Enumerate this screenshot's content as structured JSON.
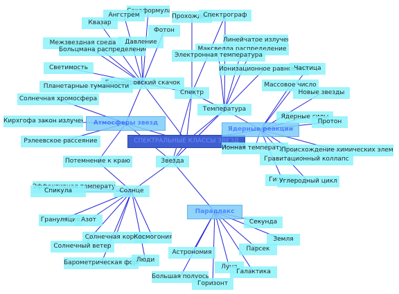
{
  "nodes": [
    {
      "id": "center",
      "label": "СПЕКТРАЛЬНЫЕ КЛАССЫ ЗВЕЗД",
      "kind": "center"
    },
    {
      "id": "atm",
      "label": "Атмосферы звезд",
      "kind": "hub"
    },
    {
      "id": "nuc",
      "label": "Ядерные реакции",
      "kind": "hub"
    },
    {
      "id": "par",
      "label": "Параллакс",
      "kind": "hub"
    },
    {
      "id": "sakh",
      "label": "Сахаформула"
    },
    {
      "id": "ang",
      "label": "Ангстрем"
    },
    {
      "id": "kvaz",
      "label": "Квазар"
    },
    {
      "id": "foton",
      "label": "Фотон"
    },
    {
      "id": "prokh",
      "label": "Прохождение"
    },
    {
      "id": "spgr",
      "label": "Спектрограф"
    },
    {
      "id": "mezh",
      "label": "Межзвездная среда"
    },
    {
      "id": "davl",
      "label": "Давление"
    },
    {
      "id": "boltz",
      "label": "Больцмана распределение"
    },
    {
      "id": "lin",
      "label": "Линейчатое излучение"
    },
    {
      "id": "maxw",
      "label": "Максвелла распределение"
    },
    {
      "id": "elt",
      "label": "Электронная температура"
    },
    {
      "id": "svet",
      "label": "Светимость"
    },
    {
      "id": "ion",
      "label": "Ионизационное равновесие"
    },
    {
      "id": "chast",
      "label": "Частица"
    },
    {
      "id": "balm",
      "label": "Бальмеровский скачок"
    },
    {
      "id": "plan",
      "label": "Планетарные туманности"
    },
    {
      "id": "mass",
      "label": "Массовое число"
    },
    {
      "id": "spektr",
      "label": "Спектр"
    },
    {
      "id": "nov",
      "label": "Новые звезды"
    },
    {
      "id": "khrom",
      "label": "Солнечная хромосфера"
    },
    {
      "id": "temp",
      "label": "Температура"
    },
    {
      "id": "yads",
      "label": "Ядерные силы"
    },
    {
      "id": "kirch",
      "label": "Кирхгофа закон излучения"
    },
    {
      "id": "proton",
      "label": "Протон"
    },
    {
      "id": "rel",
      "label": "Рэлеевское рассеяние"
    },
    {
      "id": "iont",
      "label": "Ионная температура"
    },
    {
      "id": "proish",
      "label": "Происхождение химических элементов"
    },
    {
      "id": "grav",
      "label": "Гравитационный коллапс"
    },
    {
      "id": "potem",
      "label": "Потемнение к краю"
    },
    {
      "id": "zvezda",
      "label": "Звезда"
    },
    {
      "id": "giga",
      "label": "Гиганты"
    },
    {
      "id": "uglc",
      "label": "Углеродный цикл"
    },
    {
      "id": "effT",
      "label": "Эффективная температура"
    },
    {
      "id": "spik",
      "label": "Спикула"
    },
    {
      "id": "solnce",
      "label": "Солнце"
    },
    {
      "id": "gran",
      "label": "Грануляция"
    },
    {
      "id": "azot",
      "label": "Азот"
    },
    {
      "id": "sekunda",
      "label": "Секунда"
    },
    {
      "id": "korona",
      "label": "Солнечная корона"
    },
    {
      "id": "kosmog",
      "label": "Космогония"
    },
    {
      "id": "zemlya",
      "label": "Земля"
    },
    {
      "id": "veter",
      "label": "Солнечный ветер"
    },
    {
      "id": "parsek",
      "label": "Парсек"
    },
    {
      "id": "astrom",
      "label": "Астрономия"
    },
    {
      "id": "barom",
      "label": "Барометрическая формула"
    },
    {
      "id": "lyuda",
      "label": "Люди"
    },
    {
      "id": "luna",
      "label": "Луна"
    },
    {
      "id": "galakt",
      "label": "Галактика"
    },
    {
      "id": "bpol",
      "label": "Большая полуось"
    },
    {
      "id": "gorizont",
      "label": "Горизонт"
    }
  ],
  "edges": [
    [
      "atm",
      "balm"
    ],
    [
      "atm",
      "khrom"
    ],
    [
      "atm",
      "kirch"
    ],
    [
      "atm",
      "rel"
    ],
    [
      "atm",
      "potem"
    ],
    [
      "atm",
      "center"
    ],
    [
      "atm",
      "zvezda"
    ],
    [
      "balm",
      "kvaz"
    ],
    [
      "balm",
      "ang"
    ],
    [
      "balm",
      "sakh"
    ],
    [
      "balm",
      "foton"
    ],
    [
      "balm",
      "mezh"
    ],
    [
      "balm",
      "davl"
    ],
    [
      "balm",
      "boltz"
    ],
    [
      "balm",
      "svet"
    ],
    [
      "balm",
      "plan"
    ],
    [
      "balm",
      "spektr"
    ],
    [
      "balm",
      "center"
    ],
    [
      "spektr",
      "prokh"
    ],
    [
      "spektr",
      "spgr"
    ],
    [
      "spektr",
      "temp"
    ],
    [
      "spektr",
      "center"
    ],
    [
      "spektr",
      "zvezda"
    ],
    [
      "temp",
      "lin"
    ],
    [
      "temp",
      "maxw"
    ],
    [
      "temp",
      "elt"
    ],
    [
      "temp",
      "ion"
    ],
    [
      "temp",
      "spgr"
    ],
    [
      "temp",
      "center"
    ],
    [
      "temp",
      "zvezda"
    ],
    [
      "temp",
      "nuc"
    ],
    [
      "nuc",
      "chast"
    ],
    [
      "nuc",
      "mass"
    ],
    [
      "nuc",
      "nov"
    ],
    [
      "nuc",
      "yads"
    ],
    [
      "nuc",
      "proton"
    ],
    [
      "nuc",
      "iont"
    ],
    [
      "nuc",
      "proish"
    ],
    [
      "nuc",
      "grav"
    ],
    [
      "nuc",
      "giga"
    ],
    [
      "nuc",
      "uglc"
    ],
    [
      "nuc",
      "center"
    ],
    [
      "zvezda",
      "solnce"
    ],
    [
      "zvezda",
      "center"
    ],
    [
      "zvezda",
      "par"
    ],
    [
      "solnce",
      "effT"
    ],
    [
      "solnce",
      "spik"
    ],
    [
      "solnce",
      "potem"
    ],
    [
      "solnce",
      "gran"
    ],
    [
      "solnce",
      "azot"
    ],
    [
      "solnce",
      "korona"
    ],
    [
      "solnce",
      "kosmog"
    ],
    [
      "solnce",
      "veter"
    ],
    [
      "solnce",
      "barom"
    ],
    [
      "solnce",
      "lyuda"
    ],
    [
      "par",
      "sekunda"
    ],
    [
      "par",
      "zemlya"
    ],
    [
      "par",
      "parsek"
    ],
    [
      "par",
      "astrom"
    ],
    [
      "par",
      "luna"
    ],
    [
      "par",
      "galakt"
    ],
    [
      "par",
      "bpol"
    ],
    [
      "par",
      "gorizont"
    ]
  ]
}
